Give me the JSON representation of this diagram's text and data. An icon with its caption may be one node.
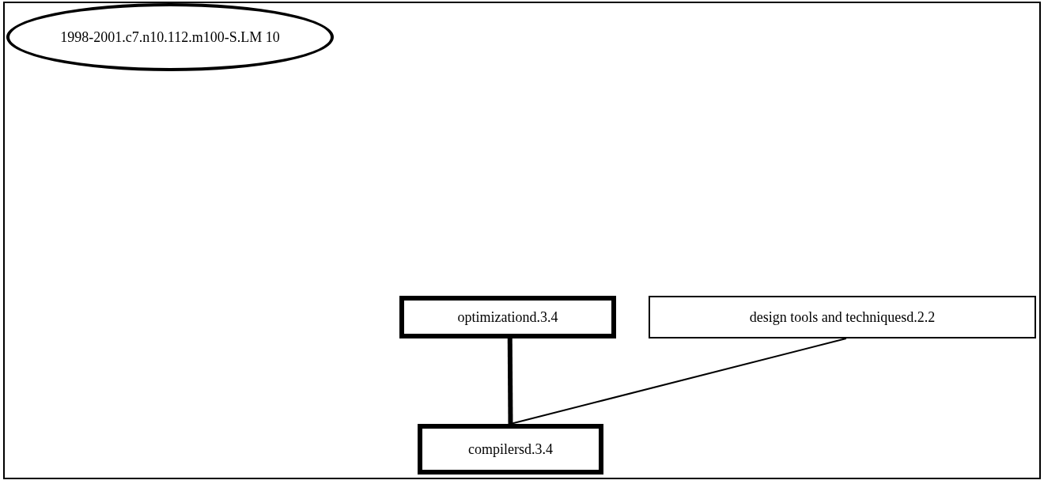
{
  "diagram": {
    "nodes": [
      {
        "text": [
          "1998-2001.c7.n10.112.m100-S.LM 10"
        ]
      },
      {
        "text": [
          "optimizationd.3.4"
        ]
      },
      {
        "text": [
          "design tools and techniquesd.2.2"
        ]
      },
      {
        "text": [
          "compilersd.3.4"
        ]
      }
    ],
    "edges": [
      {
        "from": 1,
        "to": 3,
        "arrow": "none",
        "style": "thick"
      },
      {
        "from": 2,
        "to": 3,
        "arrow": "none"
      }
    ]
  }
}
